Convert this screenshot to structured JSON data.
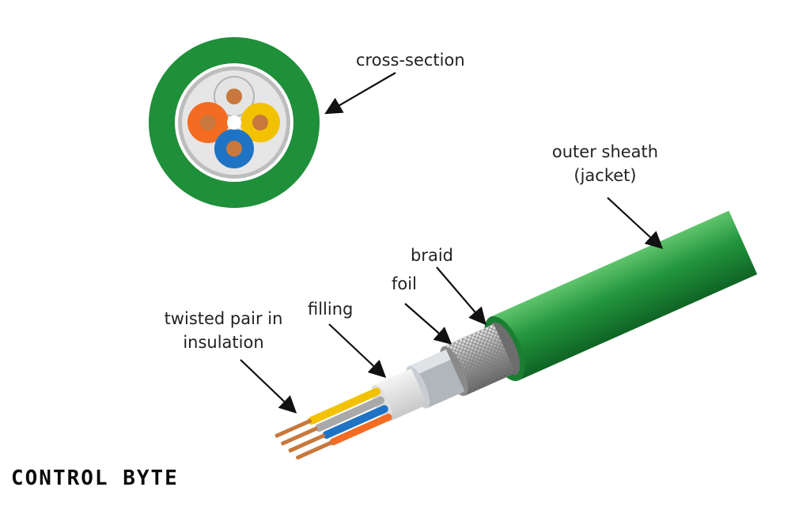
{
  "diagram": {
    "labels": {
      "cross_section": "cross-section",
      "outer_sheath_line1": "outer sheath",
      "outer_sheath_line2": "(jacket)",
      "braid": "braid",
      "foil": "foil",
      "filling": "filling",
      "twisted_pair_line1": "twisted pair in",
      "twisted_pair_line2": "insulation"
    },
    "colors": {
      "jacket_green": "#1f8f3a",
      "jacket_dark": "#136b28",
      "pair_orange": "#f36c21",
      "pair_yellow": "#f2c200",
      "pair_blue": "#1f73c4",
      "pair_white": "#e4e4e4",
      "copper": "#c8783c",
      "arrow": "#111111"
    }
  },
  "brand": {
    "logo_text": "CONTROL BYTE"
  }
}
